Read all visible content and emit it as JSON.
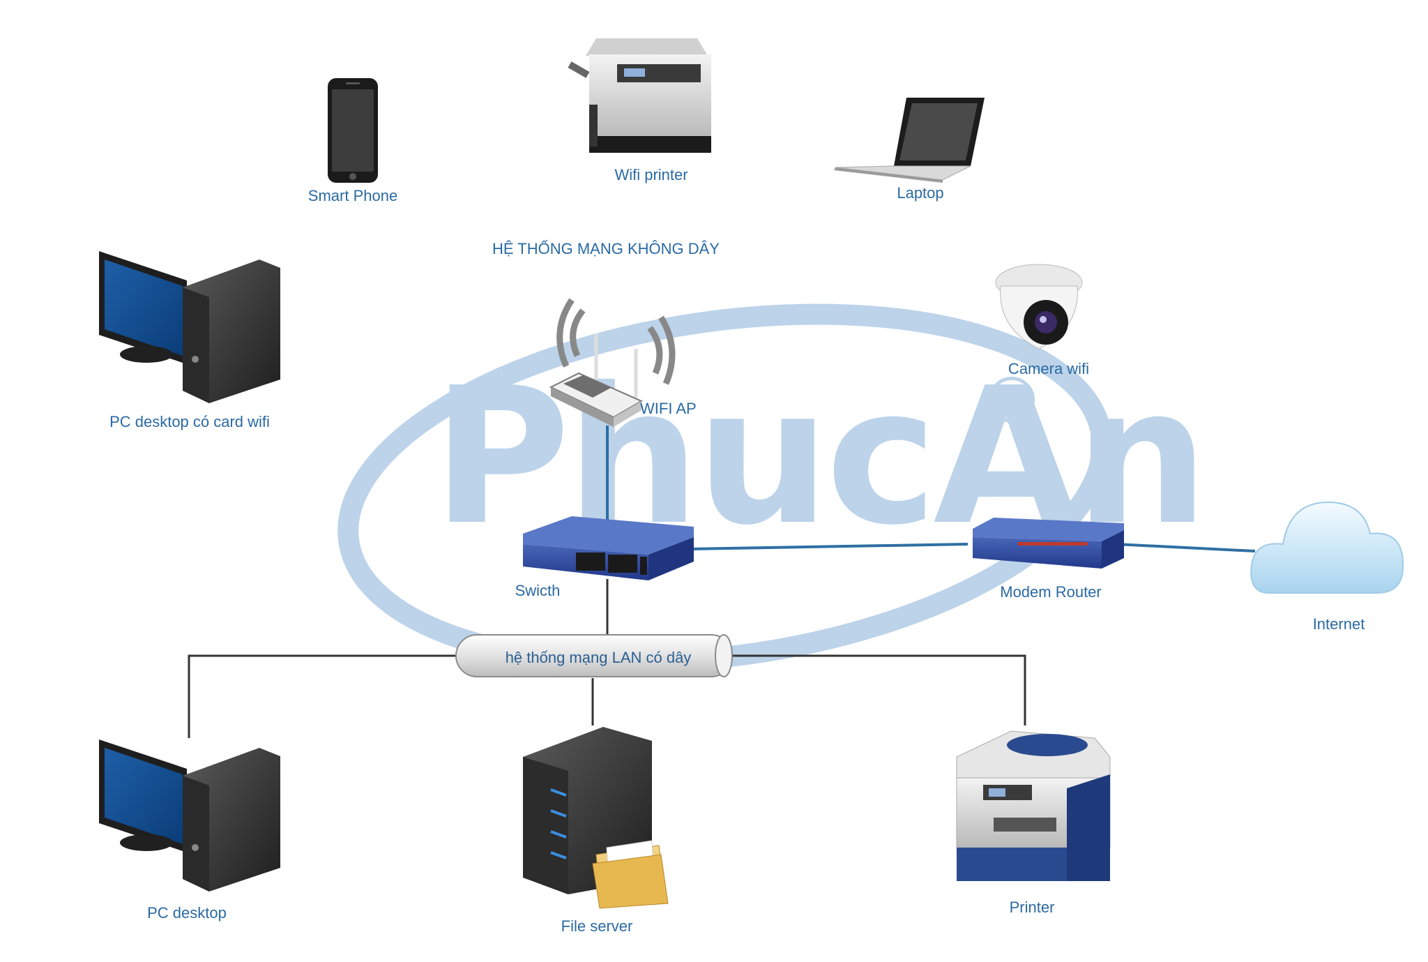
{
  "watermark": {
    "brand": "PhucAn",
    "registered": "®"
  },
  "titles": {
    "wireless": "HỆ THỐNG MẠNG KHÔNG DÂY"
  },
  "lan": {
    "label": "hệ thống mạng LAN có dây"
  },
  "devices": {
    "smart_phone": "Smart Phone",
    "wifi_printer": "Wifi printer",
    "laptop": "Laptop",
    "pc_wifi": "PC desktop có card wifi",
    "camera": "Camera wifi",
    "wifi_ap": "WIFI AP",
    "switch": "Swicth",
    "modem": "Modem Router",
    "internet": "Internet",
    "pc_desktop": "PC desktop",
    "file_server": "File server",
    "printer": "Printer"
  },
  "colors": {
    "label": "#2a6aa3",
    "watermark": "#bcd3ea",
    "wire_blue": "#2f6fa3",
    "wire_dark": "#333333",
    "device_blue": "#2d4fa0"
  },
  "icons": [
    "smartphone-icon",
    "printer-icon",
    "laptop-icon",
    "desktop-pc-icon",
    "camera-icon",
    "wifi-router-icon",
    "switch-icon",
    "modem-router-icon",
    "cloud-icon",
    "server-icon",
    "folder-icon"
  ]
}
